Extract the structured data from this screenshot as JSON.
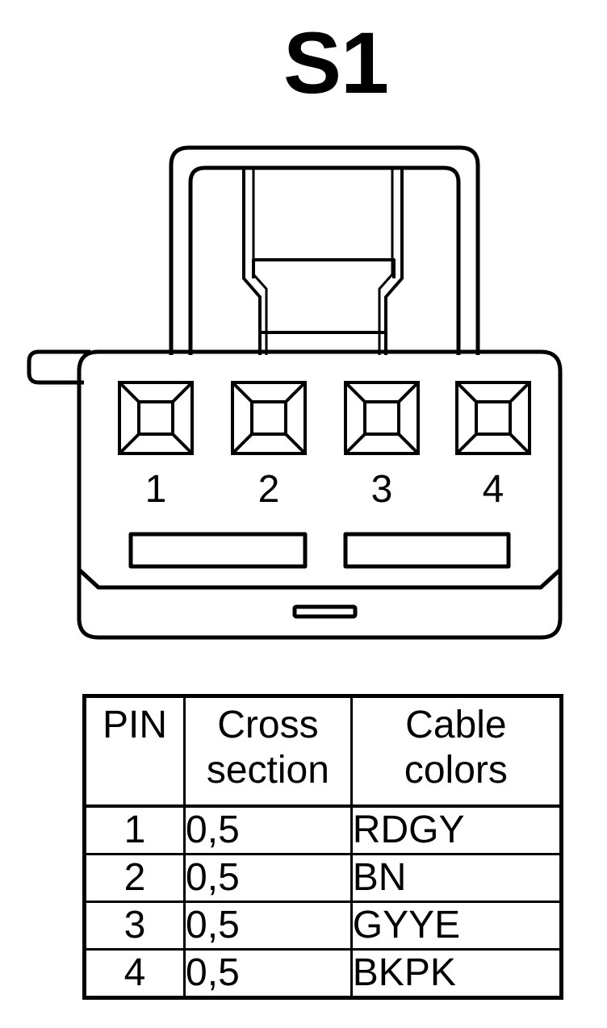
{
  "diagram": {
    "title": "S1",
    "pins": [
      "1",
      "2",
      "3",
      "4"
    ]
  },
  "table": {
    "headers": {
      "pin": "PIN",
      "cross_section": [
        "Cross",
        "section"
      ],
      "cable_colors": [
        "Cable",
        "colors"
      ]
    },
    "rows": [
      {
        "pin": "1",
        "cross_section": "0,5",
        "color": "RDGY"
      },
      {
        "pin": "2",
        "cross_section": "0,5",
        "color": "BN"
      },
      {
        "pin": "3",
        "cross_section": "0,5",
        "color": "GYYE"
      },
      {
        "pin": "4",
        "cross_section": "0,5",
        "color": "BKPK"
      }
    ]
  }
}
